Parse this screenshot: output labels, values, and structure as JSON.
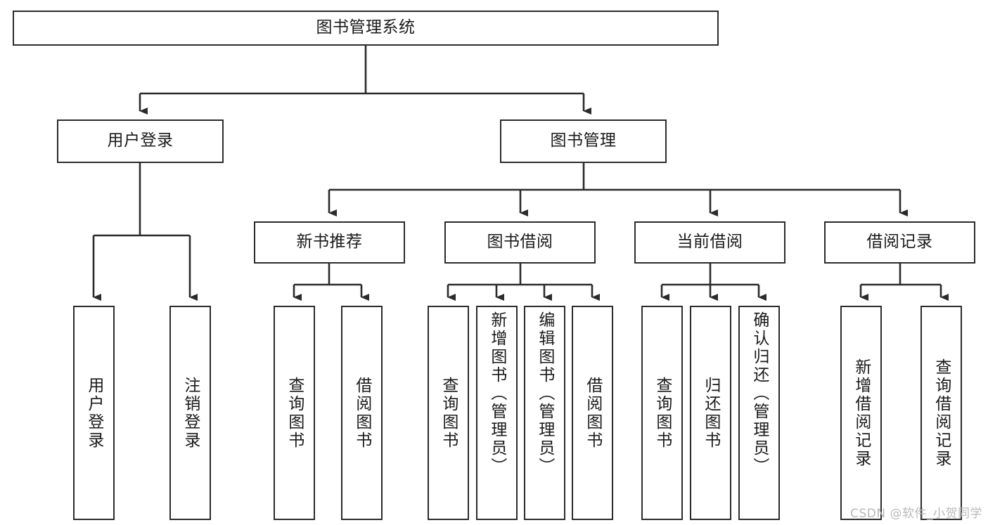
{
  "diagram": {
    "title": "图书管理系统",
    "type": "tree-hierarchy-chart",
    "root": {
      "id": "root",
      "label": "图书管理系统"
    },
    "level2": [
      {
        "id": "user-login",
        "label": "用户登录"
      },
      {
        "id": "book-manage",
        "label": "图书管理"
      }
    ],
    "level3": [
      {
        "id": "new-book-recommend",
        "label": "新书推荐",
        "parent": "book-manage"
      },
      {
        "id": "book-borrow",
        "label": "图书借阅",
        "parent": "book-manage"
      },
      {
        "id": "current-borrow",
        "label": "当前借阅",
        "parent": "book-manage"
      },
      {
        "id": "borrow-record",
        "label": "借阅记录",
        "parent": "book-manage"
      }
    ],
    "leaves": [
      {
        "id": "leaf-user-login",
        "label": "用户登录",
        "parent": "user-login"
      },
      {
        "id": "leaf-user-logout",
        "label": "注销登录",
        "parent": "user-login"
      },
      {
        "id": "leaf-query-book-1",
        "label": "查询图书",
        "parent": "new-book-recommend"
      },
      {
        "id": "leaf-borrow-book-1",
        "label": "借阅图书",
        "parent": "new-book-recommend"
      },
      {
        "id": "leaf-query-book-2",
        "label": "查询图书",
        "parent": "book-borrow"
      },
      {
        "id": "leaf-add-book",
        "label": "新增图书（管理员）",
        "parent": "book-borrow"
      },
      {
        "id": "leaf-edit-book",
        "label": "编辑图书（管理员）",
        "parent": "book-borrow"
      },
      {
        "id": "leaf-borrow-book-2",
        "label": "借阅图书",
        "parent": "book-borrow"
      },
      {
        "id": "leaf-query-book-3",
        "label": "查询图书",
        "parent": "current-borrow"
      },
      {
        "id": "leaf-return-book",
        "label": "归还图书",
        "parent": "current-borrow"
      },
      {
        "id": "leaf-confirm-return",
        "label": "确认归还（管理员）",
        "parent": "current-borrow"
      },
      {
        "id": "leaf-add-record",
        "label": "新增借阅记录",
        "parent": "borrow-record"
      },
      {
        "id": "leaf-query-record",
        "label": "查询借阅记录",
        "parent": "borrow-record"
      }
    ],
    "colors": {
      "stroke": "#2b2b2b",
      "fill": "#ffffff",
      "text": "#1a1a1a",
      "watermark": "#b9b9b9"
    }
  },
  "watermark": {
    "text": "CSDN @软件_小贺同学"
  }
}
